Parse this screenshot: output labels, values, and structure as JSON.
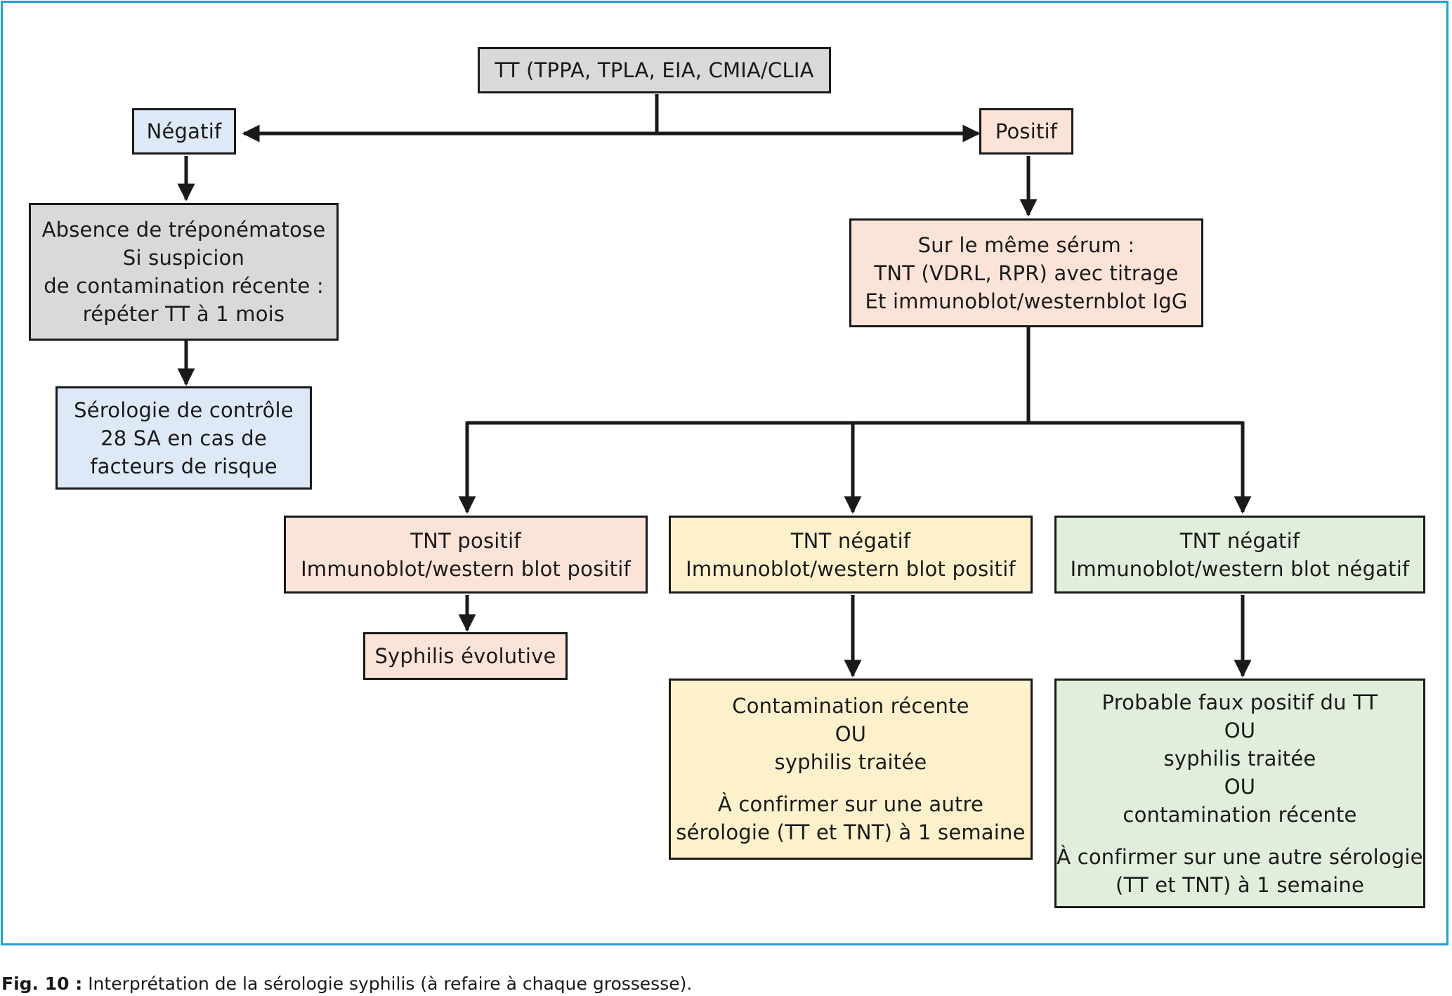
{
  "nodes": {
    "top": {
      "lines": [
        "TT (TPPA, TPLA, EIA, CMIA/CLIA"
      ]
    },
    "negatif": {
      "lines": [
        "Négatif"
      ]
    },
    "positif": {
      "lines": [
        "Positif"
      ]
    },
    "absence": {
      "lines": [
        "Absence de tréponématose",
        "Si suspicion",
        "de contamination récente :",
        "répéter TT à 1 mois"
      ]
    },
    "controle": {
      "lines": [
        "Sérologie de contrôle",
        "28 SA en cas de",
        "facteurs de risque"
      ]
    },
    "serum": {
      "lines": [
        "Sur le même sérum :",
        "TNT (VDRL, RPR) avec titrage",
        "Et immunoblot/westernblot IgG"
      ]
    },
    "tnt_pos": {
      "lines": [
        "TNT positif",
        "Immunoblot/western blot positif"
      ]
    },
    "tnt_neg_pos": {
      "lines": [
        "TNT négatif",
        "Immunoblot/western blot positif"
      ]
    },
    "tnt_neg_neg": {
      "lines": [
        "TNT négatif",
        "Immunoblot/western blot négatif"
      ]
    },
    "syphilis": {
      "lines": [
        "Syphilis évolutive"
      ]
    },
    "contamination": {
      "lines": [
        "Contamination récente",
        "OU",
        "syphilis traitée"
      ],
      "note": [
        "À confirmer sur une autre",
        "sérologie (TT et TNT) à 1 semaine"
      ]
    },
    "faux_positif": {
      "lines": [
        "Probable faux positif du TT",
        "OU",
        "syphilis traitée",
        "OU",
        "contamination récente"
      ],
      "note": [
        "À confirmer sur une autre sérologie",
        "(TT et TNT) à 1 semaine"
      ]
    }
  },
  "colors": {
    "border": "#1fa0d8",
    "gray": "#d9d9d9",
    "blue": "#dee9f7",
    "peach": "#fbe3d7",
    "yellow": "#fdf1cb",
    "green": "#e1eedb",
    "line": "#1a1a1a"
  },
  "caption": {
    "label": "Fig. 10 :",
    "text": "Interprétation de la sérologie syphilis (à refaire à chaque grossesse)."
  }
}
